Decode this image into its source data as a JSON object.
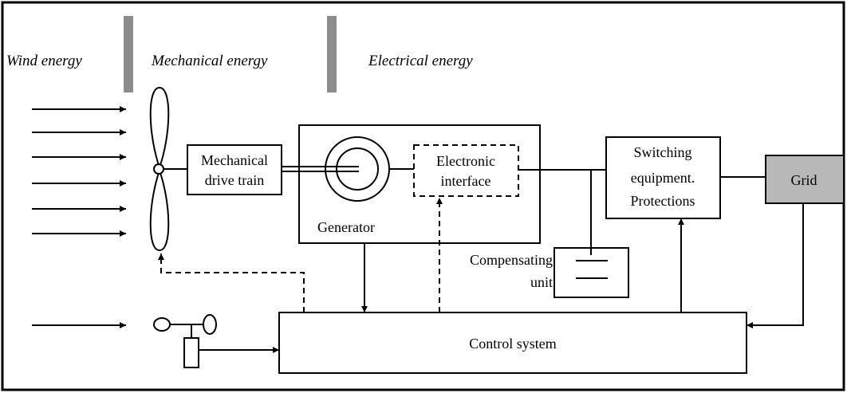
{
  "headers": {
    "wind": "Wind energy",
    "mechanical": "Mechanical energy",
    "electrical": "Electrical energy"
  },
  "blocks": {
    "drive_train": [
      "Mechanical",
      "drive train"
    ],
    "electronic_interface": [
      "Electronic",
      "interface"
    ],
    "generator": "Generator",
    "switching": [
      "Switching",
      "equipment.",
      "Protections"
    ],
    "grid": "Grid",
    "compensating": [
      "Compensating",
      "unit"
    ],
    "control": "Control system"
  },
  "colors": {
    "line": "#000000",
    "separator": "#8c8c8c",
    "grid_fill": "#b8b8b8"
  }
}
